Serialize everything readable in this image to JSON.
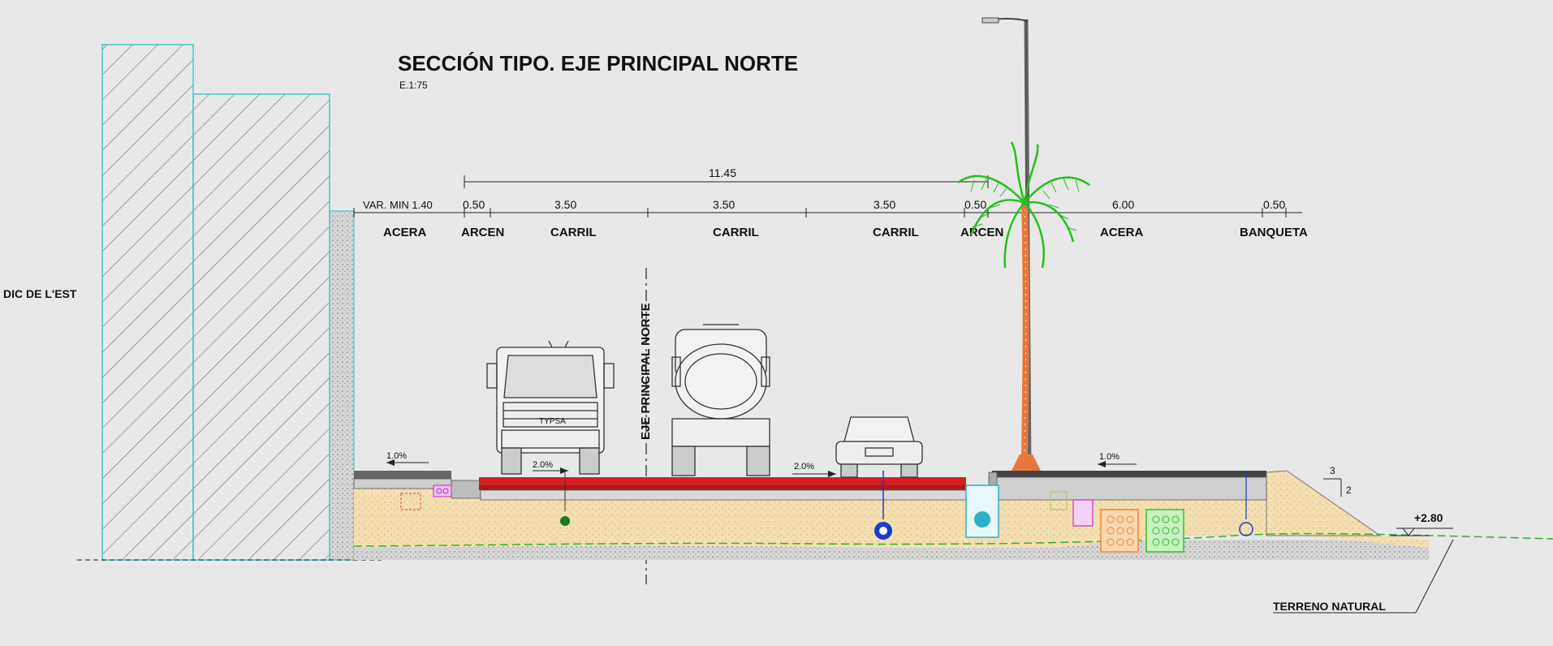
{
  "drawing": {
    "title": "SECCIÓN TIPO. EJE PRINCIPAL NORTE",
    "scale": "E.1:75",
    "building_label": "DIC DE L'EST",
    "axis_label": "EJE PRINCIPAL NORTE",
    "terrain_label": "TERRENO NATURAL",
    "elevation_label": "+2.80",
    "total_width_dim": "11.45",
    "var_min_dim": "VAR. MIN 1.40",
    "slope_ratio": {
      "rise": "3",
      "run": "2"
    }
  },
  "dimensions": [
    {
      "value": "0.50"
    },
    {
      "value": "3.50"
    },
    {
      "value": "3.50"
    },
    {
      "value": "3.50"
    },
    {
      "value": "0.50"
    },
    {
      "value": "6.00"
    },
    {
      "value": "0.50"
    }
  ],
  "zones": [
    {
      "label": "ACERA"
    },
    {
      "label": "ARCEN"
    },
    {
      "label": "CARRIL"
    },
    {
      "label": "CARRIL"
    },
    {
      "label": "CARRIL"
    },
    {
      "label": "ARCEN"
    },
    {
      "label": "ACERA"
    },
    {
      "label": "BANQUETA"
    }
  ],
  "slopes": [
    {
      "value": "1.0%"
    },
    {
      "value": "2.0%"
    },
    {
      "value": "2.0%"
    },
    {
      "value": "1.0%"
    }
  ],
  "vehicles": {
    "truck_plate": "TYPSA"
  },
  "colors": {
    "background": "#e8e8e8",
    "building_outline": "#3ec8d0",
    "pavement": "#d42020",
    "subbase": "#f3dfb0",
    "palm": "#22c21a",
    "palm_trunk": "#e8783a",
    "water_pipe": "#1a3ad0",
    "sewer": "#2ab0c8",
    "gas": "#c030c0",
    "telecom": "#f08a30",
    "power": "#30c030",
    "ground_line": "#35b035"
  }
}
